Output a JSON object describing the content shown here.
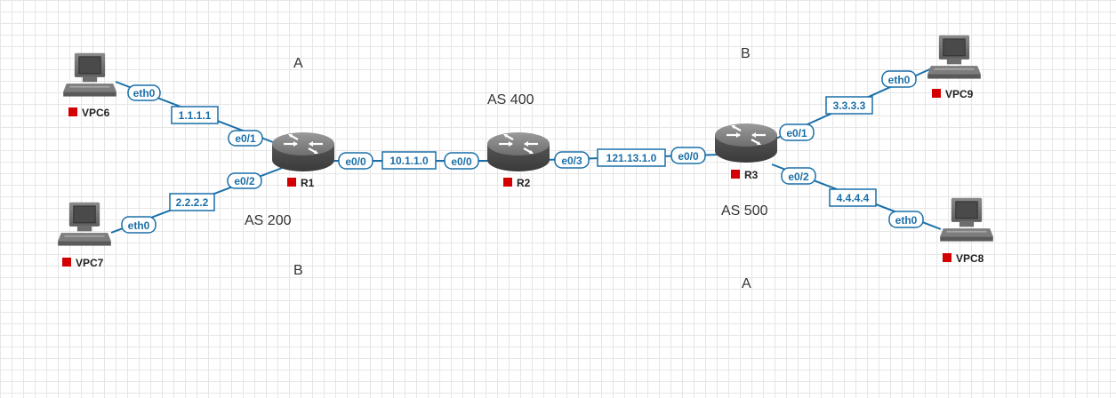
{
  "colors": {
    "link": "#1a6fa8",
    "status": "#d40000",
    "device": "#6d6d6d",
    "text": "#333333"
  },
  "annotations": {
    "a_left": "A",
    "b_left": "B",
    "as_200": "AS 200",
    "as_400": "AS 400",
    "as_500": "AS 500",
    "b_right": "B",
    "a_right": "A"
  },
  "nodes": {
    "vpc6": {
      "label": "VPC6",
      "kind": "pc-icon"
    },
    "vpc7": {
      "label": "VPC7",
      "kind": "pc-icon"
    },
    "vpc8": {
      "label": "VPC8",
      "kind": "pc-icon"
    },
    "vpc9": {
      "label": "VPC9",
      "kind": "pc-icon"
    },
    "r1": {
      "label": "R1",
      "kind": "router-icon"
    },
    "r2": {
      "label": "R2",
      "kind": "router-icon"
    },
    "r3": {
      "label": "R3",
      "kind": "router-icon"
    }
  },
  "links": [
    {
      "id": "vpc6-r1",
      "a_if": "eth0",
      "net": "1.1.1.1",
      "b_if": "e0/1"
    },
    {
      "id": "vpc7-r1",
      "a_if": "eth0",
      "net": "2.2.2.2",
      "b_if": "e0/2"
    },
    {
      "id": "r1-r2",
      "a_if": "e0/0",
      "net": "10.1.1.0",
      "b_if": "e0/0"
    },
    {
      "id": "r2-r3",
      "a_if": "e0/3",
      "net": "121.13.1.0",
      "b_if": "e0/0"
    },
    {
      "id": "r3-vpc9",
      "a_if": "e0/1",
      "net": "3.3.3.3",
      "b_if": "eth0"
    },
    {
      "id": "r3-vpc8",
      "a_if": "e0/2",
      "net": "4.4.4.4",
      "b_if": "eth0"
    }
  ]
}
